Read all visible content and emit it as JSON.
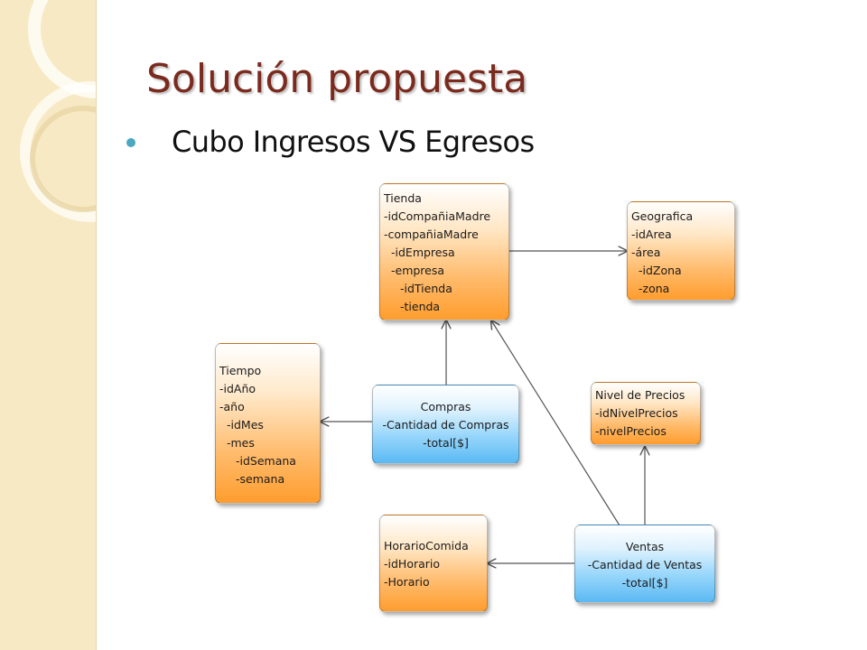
{
  "slide": {
    "title": "Solución propuesta",
    "bullet": "Cubo Ingresos VS Egresos"
  },
  "diagram": {
    "tienda": {
      "title": "Tienda",
      "fields": [
        "-idCompañiaMadre",
        "-compañiaMadre",
        "-idEmpresa",
        "-empresa",
        "-idTienda",
        "-tienda"
      ]
    },
    "geografica": {
      "title": "Geografica",
      "fields": [
        "-idArea",
        "-área",
        "-idZona",
        "-zona"
      ]
    },
    "tiempo": {
      "title": "Tiempo",
      "fields": [
        "-idAño",
        "-año",
        "-idMes",
        "-mes",
        "-idSemana",
        "-semana"
      ]
    },
    "compras": {
      "title": "Compras",
      "fields": [
        "-Cantidad de Compras",
        "-total[$]"
      ]
    },
    "nivel_precios": {
      "title": "Nivel de Precios",
      "fields": [
        "-idNivelPrecios",
        "-nivelPrecios"
      ]
    },
    "horario_comida": {
      "title": "HorarioComida",
      "fields": [
        "-idHorario",
        "-Horario"
      ]
    },
    "ventas": {
      "title": "Ventas",
      "fields": [
        "-Cantidad de Ventas",
        "-total[$]"
      ]
    },
    "colors": {
      "dimension": "#ffa640",
      "fact": "#5ab9f3",
      "title": "#7b2b1e",
      "bullet": "#4aa8c0",
      "side_band": "#f7e9c3"
    }
  }
}
